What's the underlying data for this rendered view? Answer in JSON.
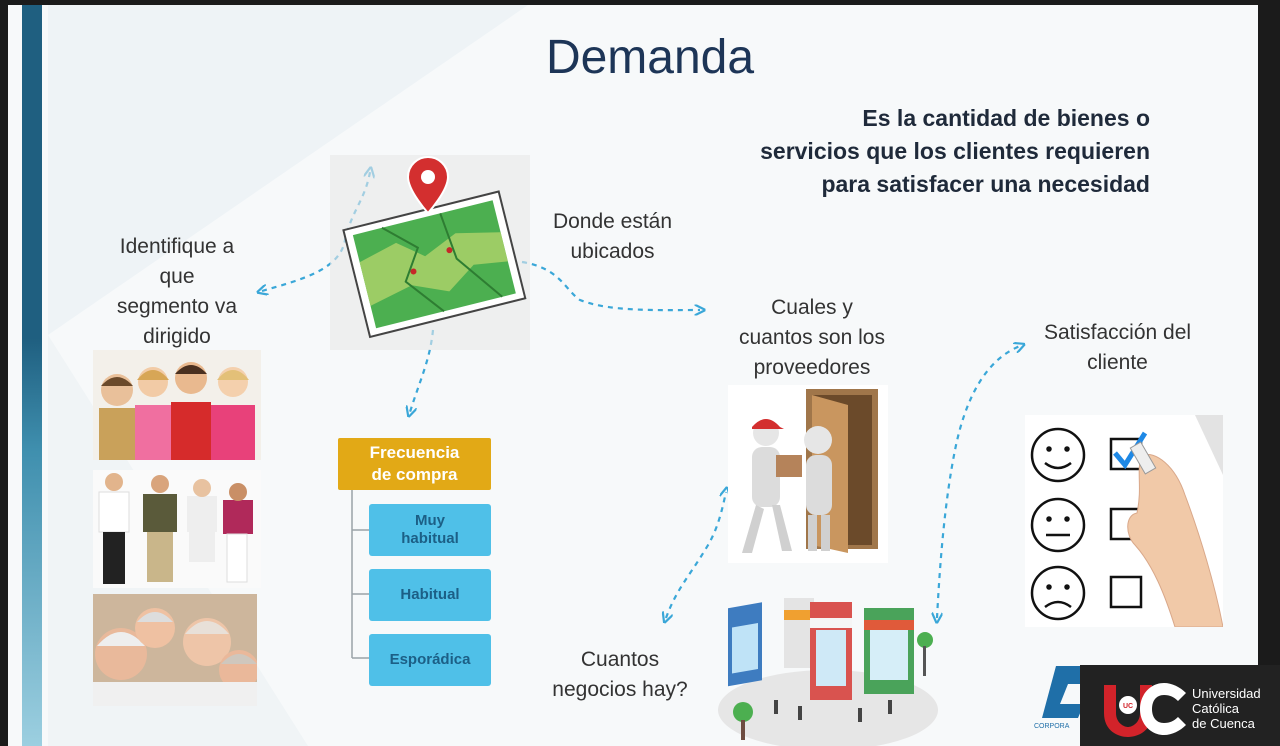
{
  "slide": {
    "title": "Demanda",
    "definition": "Es la cantidad de bienes o servicios que los clientes requieren para satisfacer una necesidad"
  },
  "labels": {
    "segment": [
      "Identifique a",
      "que",
      "segmento va",
      "dirigido"
    ],
    "location": [
      "Donde están",
      "ubicados"
    ],
    "suppliers": [
      "Cuales y",
      "cuantos son los",
      "proveedores"
    ],
    "satisfaction": [
      "Satisfacción del",
      "cliente"
    ],
    "businesses": [
      "Cuantos",
      "negocios hay?"
    ]
  },
  "frequency": {
    "header": [
      "Frecuencia",
      "de compra"
    ],
    "items": [
      [
        "Muy",
        "habitual"
      ],
      [
        "Habitual"
      ],
      [
        "Esporádica"
      ]
    ]
  },
  "logo": {
    "lines": [
      "Universidad",
      "Católica",
      "de Cuenca"
    ],
    "monogram": "UC",
    "partner_text": "CORPORA"
  },
  "colors": {
    "title": "#1d3557",
    "arrow": "#3aa7d8",
    "freq_header": "#e2a916",
    "freq_item": "#4fc0e8",
    "logo_red": "#d2232a"
  },
  "icons": [
    "map-pin-icon",
    "door-delivery-icon",
    "smiley-rating-icon",
    "storefront-icon"
  ]
}
